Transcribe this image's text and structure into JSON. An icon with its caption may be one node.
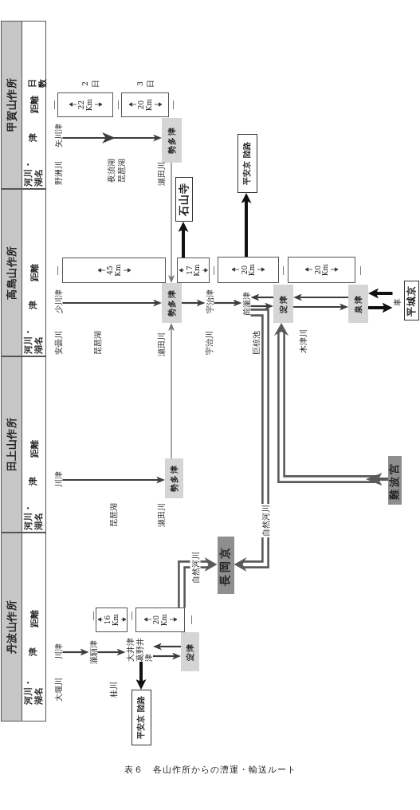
{
  "diagram": {
    "caption": "表６　各山作所からの漕運・輸送ルート",
    "nodes": [
      {
        "text": [
          "川津"
        ]
      },
      {
        "text": [
          "瀧額津"
        ]
      },
      {
        "text": [
          "16 Km"
        ]
      },
      {
        "text": [
          "大井津"
        ]
      },
      {
        "text": [
          "葛野井津"
        ]
      },
      {
        "text": [
          "平安京 陸路"
        ]
      },
      {
        "text": [
          "20 Km"
        ]
      },
      {
        "text": [
          "淀津"
        ]
      },
      {
        "text": [
          "長岡京"
        ]
      },
      {
        "text": [
          "川津"
        ]
      },
      {
        "text": [
          "勢多津"
        ]
      },
      {
        "text": [
          "少川津"
        ]
      },
      {
        "text": [
          "45 Km"
        ]
      },
      {
        "text": [
          "勢多津"
        ]
      },
      {
        "text": [
          "石山寺"
        ]
      },
      {
        "text": [
          "17 Km"
        ]
      },
      {
        "text": [
          "宇治津"
        ]
      },
      {
        "text": [
          "20 Km"
        ]
      },
      {
        "text": [
          "平安京 陸路"
        ]
      },
      {
        "text": [
          "前瀧津"
        ]
      },
      {
        "text": [
          "淀津"
        ]
      },
      {
        "text": [
          "20 Km"
        ]
      },
      {
        "text": [
          "泉津"
        ]
      },
      {
        "text": [
          "車"
        ]
      },
      {
        "text": [
          "平城京"
        ]
      },
      {
        "text": [
          "難波宮"
        ]
      },
      {
        "text": [
          "矢川津"
        ]
      },
      {
        "text": [
          "22 Km"
        ],
        "beside": [
          "2日"
        ]
      },
      {
        "text": [
          "20 Km"
        ],
        "beside": [
          "3日"
        ]
      },
      {
        "text": [
          "勢多津"
        ]
      }
    ],
    "edges": [
      {
        "from": 0,
        "to": 1,
        "arrow": "to"
      },
      {
        "from": 1,
        "to": 3,
        "arrow": "to"
      },
      {
        "from": 4,
        "to": 5,
        "arrow": "to",
        "style": "thick",
        "color": "#111111"
      },
      {
        "from": 4,
        "to": 7,
        "arrow": "to"
      },
      {
        "from": 7,
        "to": 4,
        "arrow": "to"
      },
      {
        "from": 6,
        "to": 8,
        "arrow": "to",
        "color": "#5a5a5a",
        "label": "自然河川"
      },
      {
        "from": 9,
        "to": 10,
        "arrow": "to"
      },
      {
        "from": 10,
        "to": 13,
        "arrow": "to",
        "color": "#777777"
      },
      {
        "from": 11,
        "to": 13,
        "arrow": "to"
      },
      {
        "from": 29,
        "to": 13,
        "arrow": "to",
        "color": "#777777"
      },
      {
        "from": 13,
        "to": 16,
        "arrow": "to"
      },
      {
        "from": 15,
        "to": 14,
        "arrow": "to",
        "style": "thick",
        "color": "#111111"
      },
      {
        "from": 16,
        "to": 19,
        "arrow": "to"
      },
      {
        "from": 17,
        "to": 18,
        "arrow": "to",
        "style": "thick",
        "color": "#111111"
      },
      {
        "from": 20,
        "to": 19,
        "arrow": "to"
      },
      {
        "from": 19,
        "to": 20,
        "arrow": "to"
      },
      {
        "from": 19,
        "to": 8,
        "arrow": "to",
        "color": "#5a5a5a",
        "label": "自然河川"
      },
      {
        "from": 25,
        "to": 20,
        "arrow": "to",
        "color": "#5a5a5a"
      },
      {
        "from": 20,
        "to": 22,
        "arrow": "to"
      },
      {
        "from": 22,
        "to": 20,
        "arrow": "to"
      },
      {
        "from": 22,
        "to": 23,
        "arrow": "to",
        "style": "thick",
        "color": "#111111"
      },
      {
        "from": 23,
        "to": 22,
        "arrow": "to",
        "style": "thick",
        "color": "#111111"
      },
      {
        "from": 26,
        "to": 29,
        "arrow": "to"
      }
    ],
    "labels": [
      "丹波山作所",
      "田上山作所",
      "高島山作所",
      "甲賀山作所",
      "河川・湖名",
      "津",
      "距離",
      "河川・湖名",
      "津",
      "距離",
      "河川・湖名",
      "津",
      "距離",
      "河川・湖名",
      "津",
      "距離",
      "日数",
      "大堰川",
      "桂川",
      "琵琶湖",
      "瀬田川",
      "安曇川",
      "琵琶湖",
      "瀬田川",
      "宇治川",
      "巨椋池",
      "木津川",
      "野洲川",
      "夜須湖",
      "琵琶湖",
      "瀬田川"
    ]
  }
}
